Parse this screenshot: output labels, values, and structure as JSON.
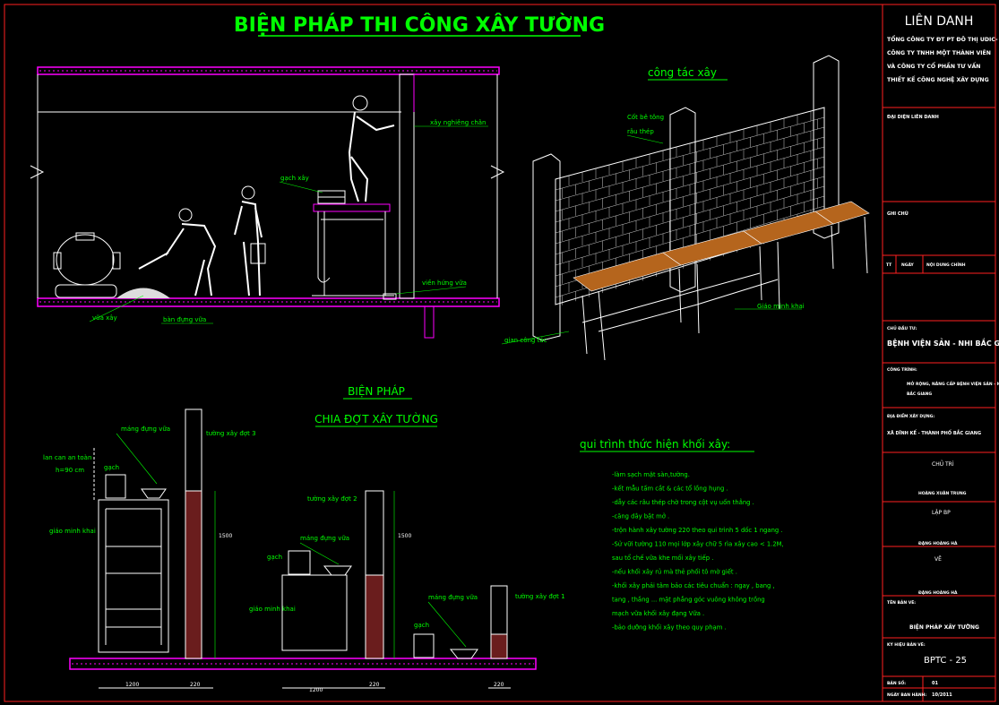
{
  "title": "BIỆN PHÁP THI CÔNG XÂY TƯỜNG",
  "top_left_labels": {
    "xay_nghieng": "xây nghiêng chân",
    "gach_xay": "gạch xây",
    "vua_xay": "vữa xây",
    "ban_dung_vua": "bàn đựng vữa",
    "vien_hang_vua": "viền hứng vữa"
  },
  "top_right": {
    "heading": "công tác xây",
    "cot_bt": "Cốt bê tông",
    "rau_thep": "râu thép",
    "gian_minh_khai": "Giáo minh khai",
    "gian_cong_tac": "gian công tác"
  },
  "mid_heading": [
    "BIỆN PHÁP",
    "CHIA ĐỢT XÂY TƯỜNG"
  ],
  "bottom_labels": {
    "lan_can": "lan can an toàn",
    "h90": "h=90 cm",
    "gach": "gạch",
    "mang_dung_vua": "máng đựng vữa",
    "gian_minh_khai": "giáo minh khai",
    "tuong_dot3": "tường xây đợt 3",
    "tuong_dot2": "tường xây đợt 2",
    "tuong_dot1": "tường xây đợt 1",
    "dim_1200": "1200",
    "dim_220": "220",
    "dim_1500": "1500"
  },
  "procedure": {
    "heading": "qui trình thức hiện khối xây:",
    "steps": [
      "-làm sạch mặt sàn,tường.",
      "-kết mẫu tấm cắt & các tổ lồng hụng .",
      "-dẫy các râu thép chờ trong cột vụ uốn thẳng .",
      "-căng dây bật mở .",
      "-trộn hành xây tường 220 theo qui trình 5 dốc 1 ngang .",
      "-Sử vữi tường 110 mọi lớp xây chữ 5 rìa xây cao < 1.2M,",
      "  sau tổ chế vữa khe mối xây tiếp .",
      "-nếu khối xây rủ mà thẻ phối tô mờ giết .",
      "-khối xây phải tâm bảo các tiêu chuẩn : ngay , bang ,",
      "  tang , thắng ... mặt phẳng góc vuông không trồng",
      "  mạch vữa khối xây đạng Vữa .",
      "-bảo dưỡng khối xây theo quy phạm ."
    ]
  },
  "title_block": {
    "header": "LIÊN DANH",
    "company_lines": [
      "TỔNG CÔNG TY ĐT PT ĐÔ THỊ UDIC-",
      "CÔNG TY TNHH MỘT THÀNH VIÊN",
      "VÀ CÔNG TY CỔ PHẦN TƯ VẤN",
      "THIẾT KẾ CÔNG NGHỆ XÂY DỰNG"
    ],
    "dai_dien": "ĐẠI DIỆN LIÊN DANH",
    "ghi_chu": "GHI CHÚ",
    "tt": "TT",
    "ngay": "NGÀY",
    "noi_dung": "NỘI DUNG CHỈNH",
    "chu_dau_tu_label": "CHỦ ĐẦU TƯ:",
    "chu_dau_tu": "BỆNH VIỆN SẢN - NHI BẮC GIANG",
    "cong_trinh_label": "CÔNG TRÌNH:",
    "cong_trinh": "MỞ RỘNG, NÂNG CẤP BỆNH VIỆN SẢN - NHI",
    "cong_trinh2": "BẮC GIANG",
    "dia_diem_label": "ĐỊA ĐIỂM XÂY DỰNG:",
    "dia_diem": "XÃ DĨNH KẾ - THÀNH PHỐ BẮC GIANG",
    "chu_tri": "CHỦ TRÌ",
    "chu_tri_name": "HOÀNG XUÂN TRUNG",
    "lap_bp": "LẬP BP",
    "lap_bp_name": "ĐẶNG HOÀNG HÀ",
    "ve": "VẼ",
    "ve_name": "ĐẶNG HOÀNG HÀ",
    "ten_ban_ve_label": "TÊN BẢN VẼ:",
    "ten_ban_ve": "BIỆN PHÁP XÂY TƯỜNG",
    "ky_hieu_label": "KÝ HIỆU BẢN VẼ:",
    "ky_hieu": "BPTC - 25",
    "ban_so_label": "BẢN SỐ:",
    "ban_so": "01",
    "ngay_label": "NGÀY BAN HÀNH:",
    "ngay_val": "10/2011"
  }
}
